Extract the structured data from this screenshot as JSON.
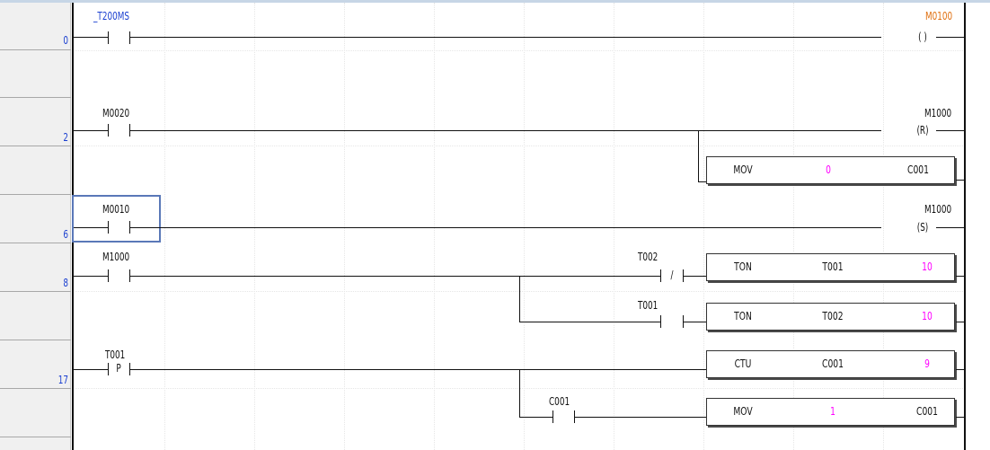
{
  "rungs": [
    {
      "step": "0"
    },
    {
      "step": "2"
    },
    {
      "step": "6"
    },
    {
      "step": "8"
    },
    {
      "step": "17"
    }
  ],
  "contacts": {
    "t200ms": {
      "label": "_T200MS",
      "type": "NO"
    },
    "m0020": {
      "label": "M0020",
      "type": "NO"
    },
    "m0010": {
      "label": "M0010",
      "type": "NO"
    },
    "m1000": {
      "label": "M1000",
      "type": "NO"
    },
    "t002": {
      "label": "T002",
      "type": "NC",
      "mark": "/"
    },
    "t001": {
      "label": "T001",
      "type": "NO"
    },
    "t001p": {
      "label": "T001",
      "type": "P",
      "mark": "P"
    },
    "c001": {
      "label": "C001",
      "type": "NO"
    }
  },
  "coils": {
    "m0100": {
      "label": "M0100",
      "symbol": "( )"
    },
    "m1000r": {
      "label": "M1000",
      "symbol": "(R)"
    },
    "m1000s": {
      "label": "M1000",
      "symbol": "(S)"
    }
  },
  "function_blocks": [
    {
      "op": "MOV",
      "arg1": "0",
      "arg2": "C001"
    },
    {
      "op": "TON",
      "arg1": "T001",
      "arg2": "10"
    },
    {
      "op": "TON",
      "arg1": "T002",
      "arg2": "10"
    },
    {
      "op": "CTU",
      "arg1": "C001",
      "arg2": "9"
    },
    {
      "op": "MOV",
      "arg1": "1",
      "arg2": "C001"
    }
  ],
  "colors": {
    "address_blue": "#1a3fd0",
    "output_orange": "#e07010",
    "constant_magenta": "#ff00ff",
    "selection_border": "#5a78b8"
  }
}
